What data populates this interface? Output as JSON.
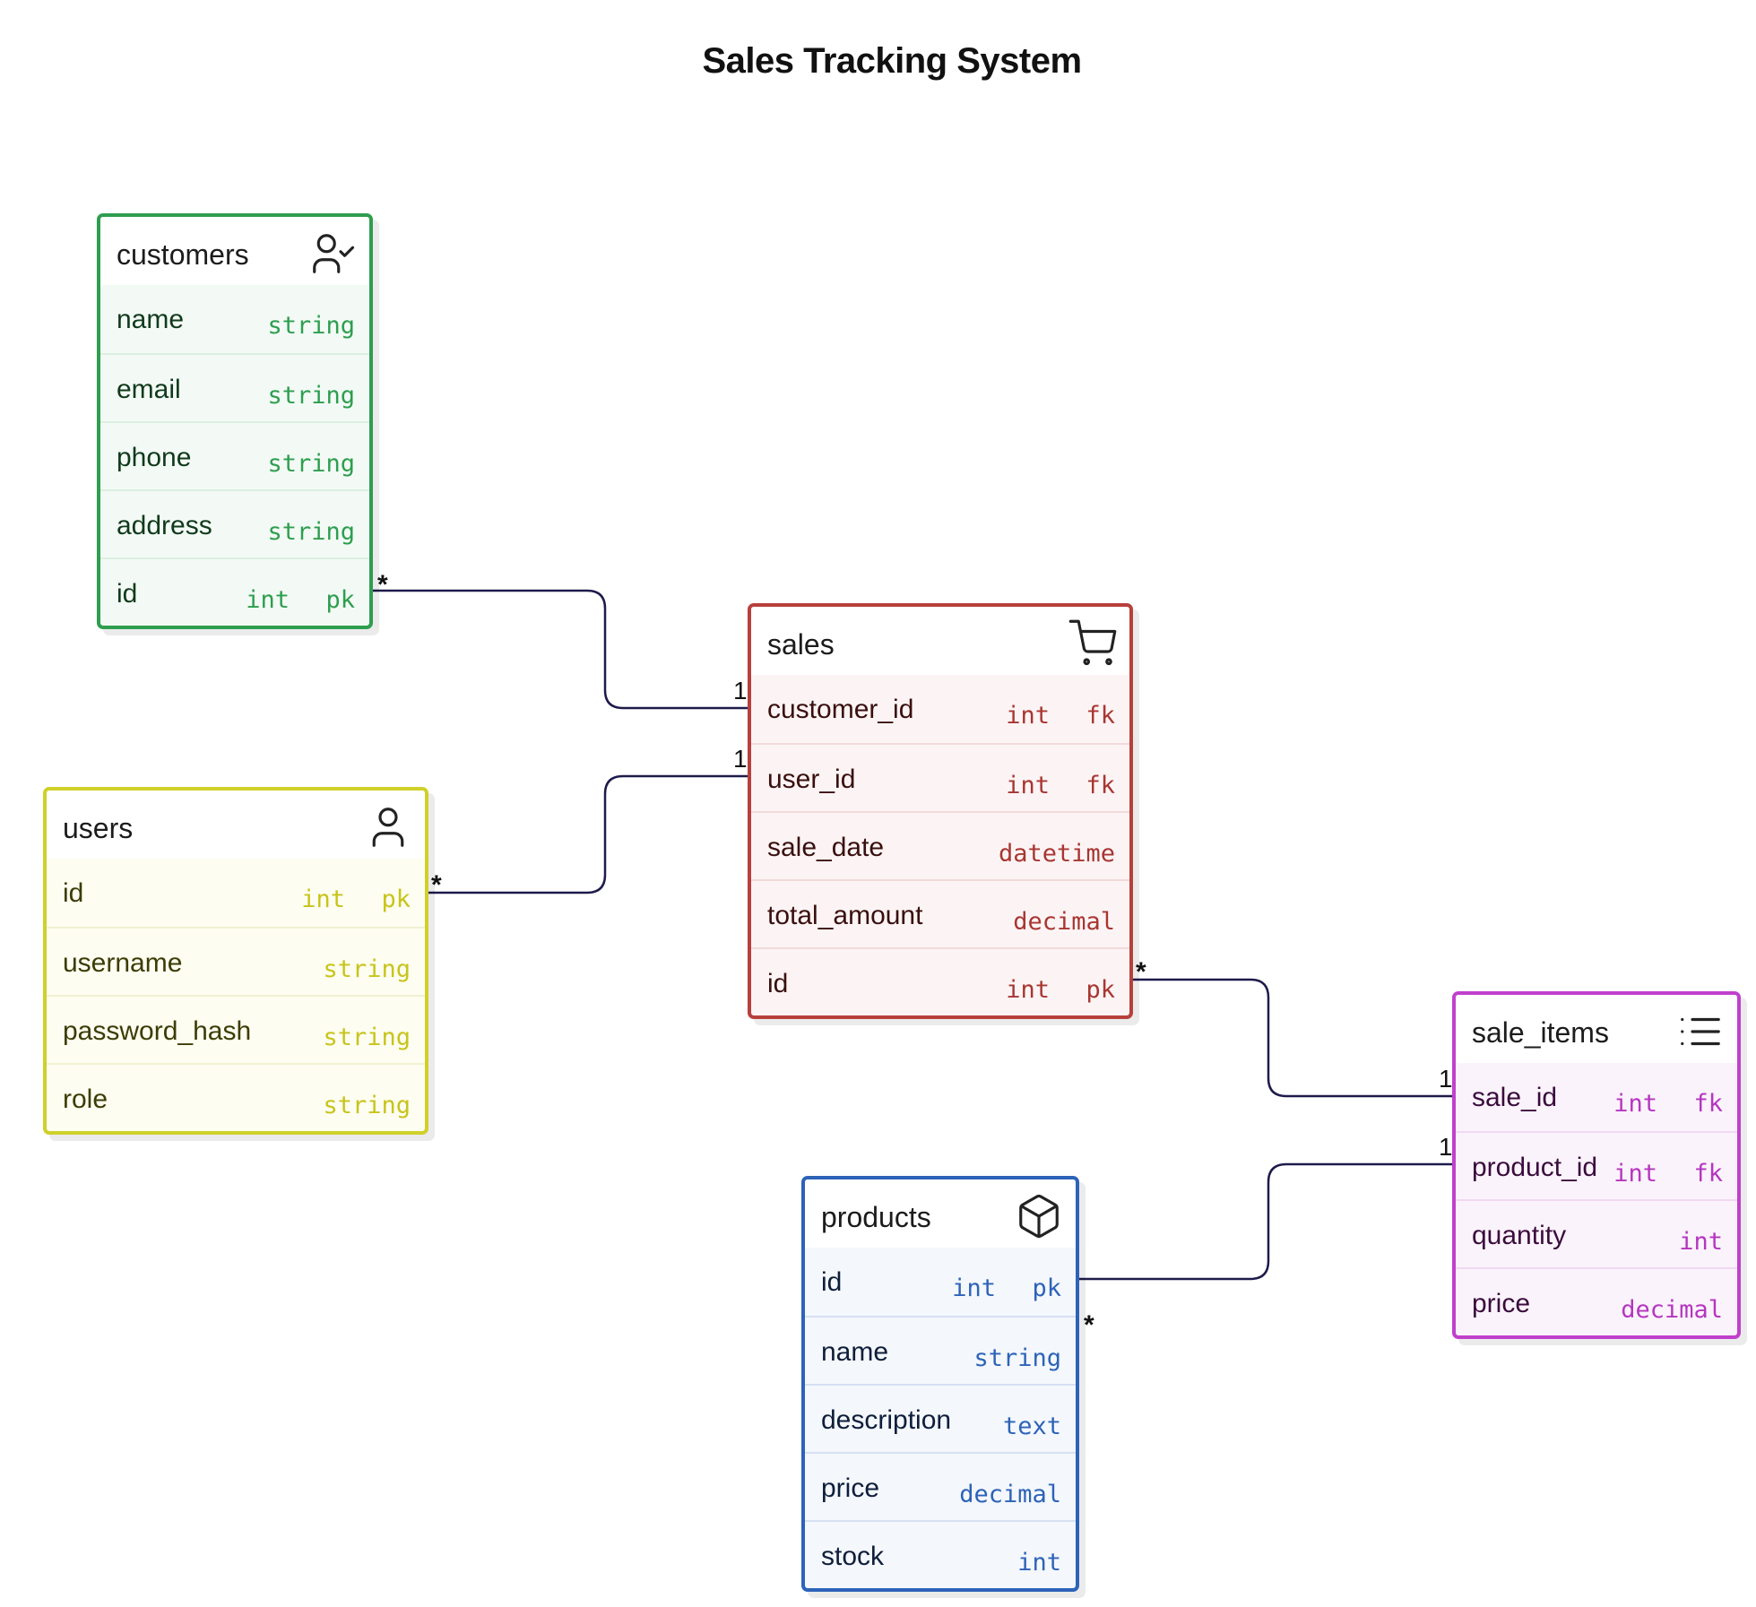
{
  "title": "Sales Tracking System",
  "colors": {
    "customers": "#2e9e4f",
    "users": "#cfd02a",
    "sales": "#b8403c",
    "products": "#2d63b8",
    "sale_items": "#c040cc",
    "edge": "#1e1b4b"
  },
  "entities": {
    "customers": {
      "name": "customers",
      "icon": "user-check-icon",
      "fields": [
        {
          "name": "name",
          "type": "string"
        },
        {
          "name": "email",
          "type": "string"
        },
        {
          "name": "phone",
          "type": "string"
        },
        {
          "name": "address",
          "type": "string"
        },
        {
          "name": "id",
          "type": "int  pk"
        }
      ]
    },
    "users": {
      "name": "users",
      "icon": "user-icon",
      "fields": [
        {
          "name": "id",
          "type": "int  pk"
        },
        {
          "name": "username",
          "type": "string"
        },
        {
          "name": "password_hash",
          "type": "string"
        },
        {
          "name": "role",
          "type": "string"
        }
      ]
    },
    "sales": {
      "name": "sales",
      "icon": "shopping-cart-icon",
      "fields": [
        {
          "name": "customer_id",
          "type": "int  fk"
        },
        {
          "name": "user_id",
          "type": "int  fk"
        },
        {
          "name": "sale_date",
          "type": "datetime"
        },
        {
          "name": "total_amount",
          "type": "decimal"
        },
        {
          "name": "id",
          "type": "int  pk"
        }
      ]
    },
    "sale_items": {
      "name": "sale_items",
      "icon": "list-icon",
      "fields": [
        {
          "name": "sale_id",
          "type": "int  fk"
        },
        {
          "name": "product_id",
          "type": "int  fk"
        },
        {
          "name": "quantity",
          "type": "int"
        },
        {
          "name": "price",
          "type": "decimal"
        }
      ]
    },
    "products": {
      "name": "products",
      "icon": "package-icon",
      "fields": [
        {
          "name": "id",
          "type": "int  pk"
        },
        {
          "name": "name",
          "type": "string"
        },
        {
          "name": "description",
          "type": "text"
        },
        {
          "name": "price",
          "type": "decimal"
        },
        {
          "name": "stock",
          "type": "int"
        }
      ]
    }
  },
  "relationships": [
    {
      "from": "customers.id",
      "to": "sales.customer_id",
      "from_mult": "*",
      "to_mult": "1"
    },
    {
      "from": "users.id",
      "to": "sales.user_id",
      "from_mult": "*",
      "to_mult": "1"
    },
    {
      "from": "sales.id",
      "to": "sale_items.sale_id",
      "from_mult": "*",
      "to_mult": "1"
    },
    {
      "from": "products.id",
      "to": "sale_items.product_id",
      "from_mult": "*",
      "to_mult": "1"
    }
  ]
}
